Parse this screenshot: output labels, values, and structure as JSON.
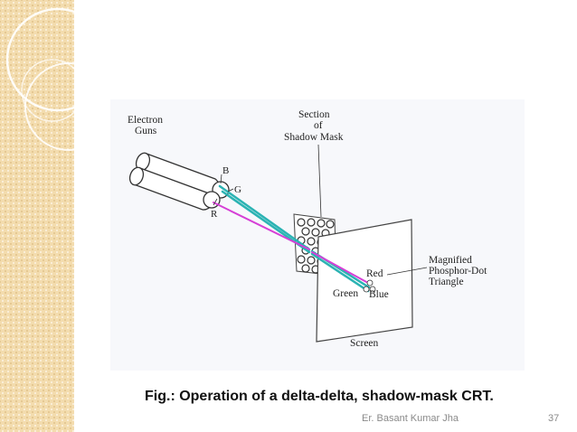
{
  "slide": {
    "caption": "Fig.: Operation of a delta-delta, shadow-mask CRT.",
    "author": "Er. Basant Kumar Jha",
    "page_number": "37"
  },
  "diagram": {
    "labels": {
      "electron": "Electron",
      "guns": "Guns",
      "section": "Section",
      "of": "of",
      "shadow_mask": "Shadow Mask",
      "b": "B",
      "g": "G",
      "r": "R",
      "magnified": "Magnified",
      "phosphor_dot": "Phosphor-Dot",
      "triangle": "Triangle",
      "red": "Red",
      "green": "Green",
      "blue": "Blue",
      "screen": "Screen"
    },
    "colors": {
      "beam_blue_green": "#2bb3b3",
      "beam_red": "#d63fd6",
      "sidebar": "#f3dcae"
    }
  }
}
